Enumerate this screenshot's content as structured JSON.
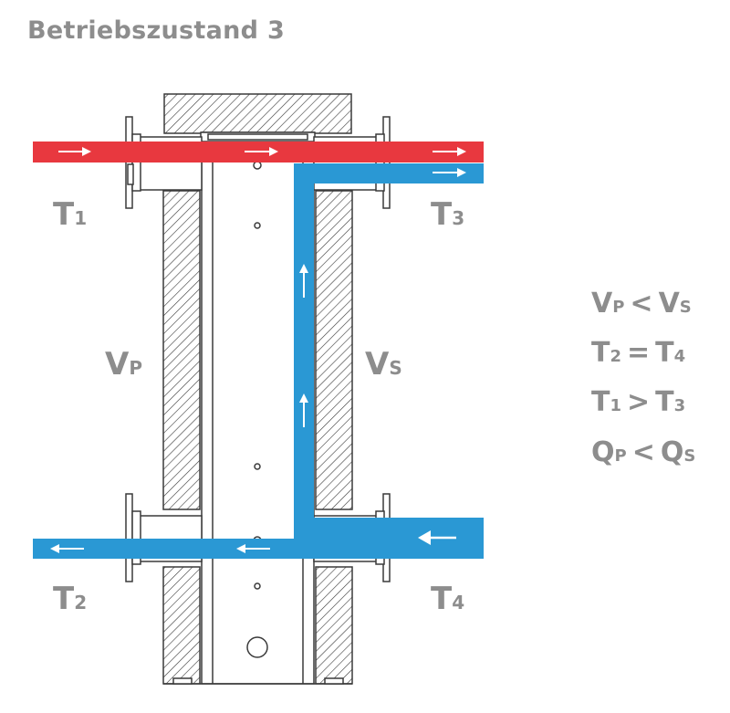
{
  "title": "Betriebszustand 3",
  "colors": {
    "hot": "#e8383f",
    "cold": "#2a98d4",
    "label": "#8d8d8d",
    "line": "#3a3a3a",
    "arrow": "#ffffff"
  },
  "labels": {
    "t1": {
      "main": "T",
      "sub": "1"
    },
    "t2": {
      "main": "T",
      "sub": "2"
    },
    "t3": {
      "main": "T",
      "sub": "3"
    },
    "t4": {
      "main": "T",
      "sub": "4"
    },
    "vp": {
      "main": "V",
      "sub": "P"
    },
    "vs": {
      "main": "V",
      "sub": "S"
    }
  },
  "relations": [
    {
      "a": "V",
      "a_sub": "P",
      "op": "<",
      "b": "V",
      "b_sub": "S"
    },
    {
      "a": "T",
      "a_sub": "2",
      "op": "=",
      "b": "T",
      "b_sub": "4"
    },
    {
      "a": "T",
      "a_sub": "1",
      "op": ">",
      "b": "T",
      "b_sub": "3"
    },
    {
      "a": "Q",
      "a_sub": "P",
      "op": "<",
      "b": "Q",
      "b_sub": "S"
    }
  ]
}
